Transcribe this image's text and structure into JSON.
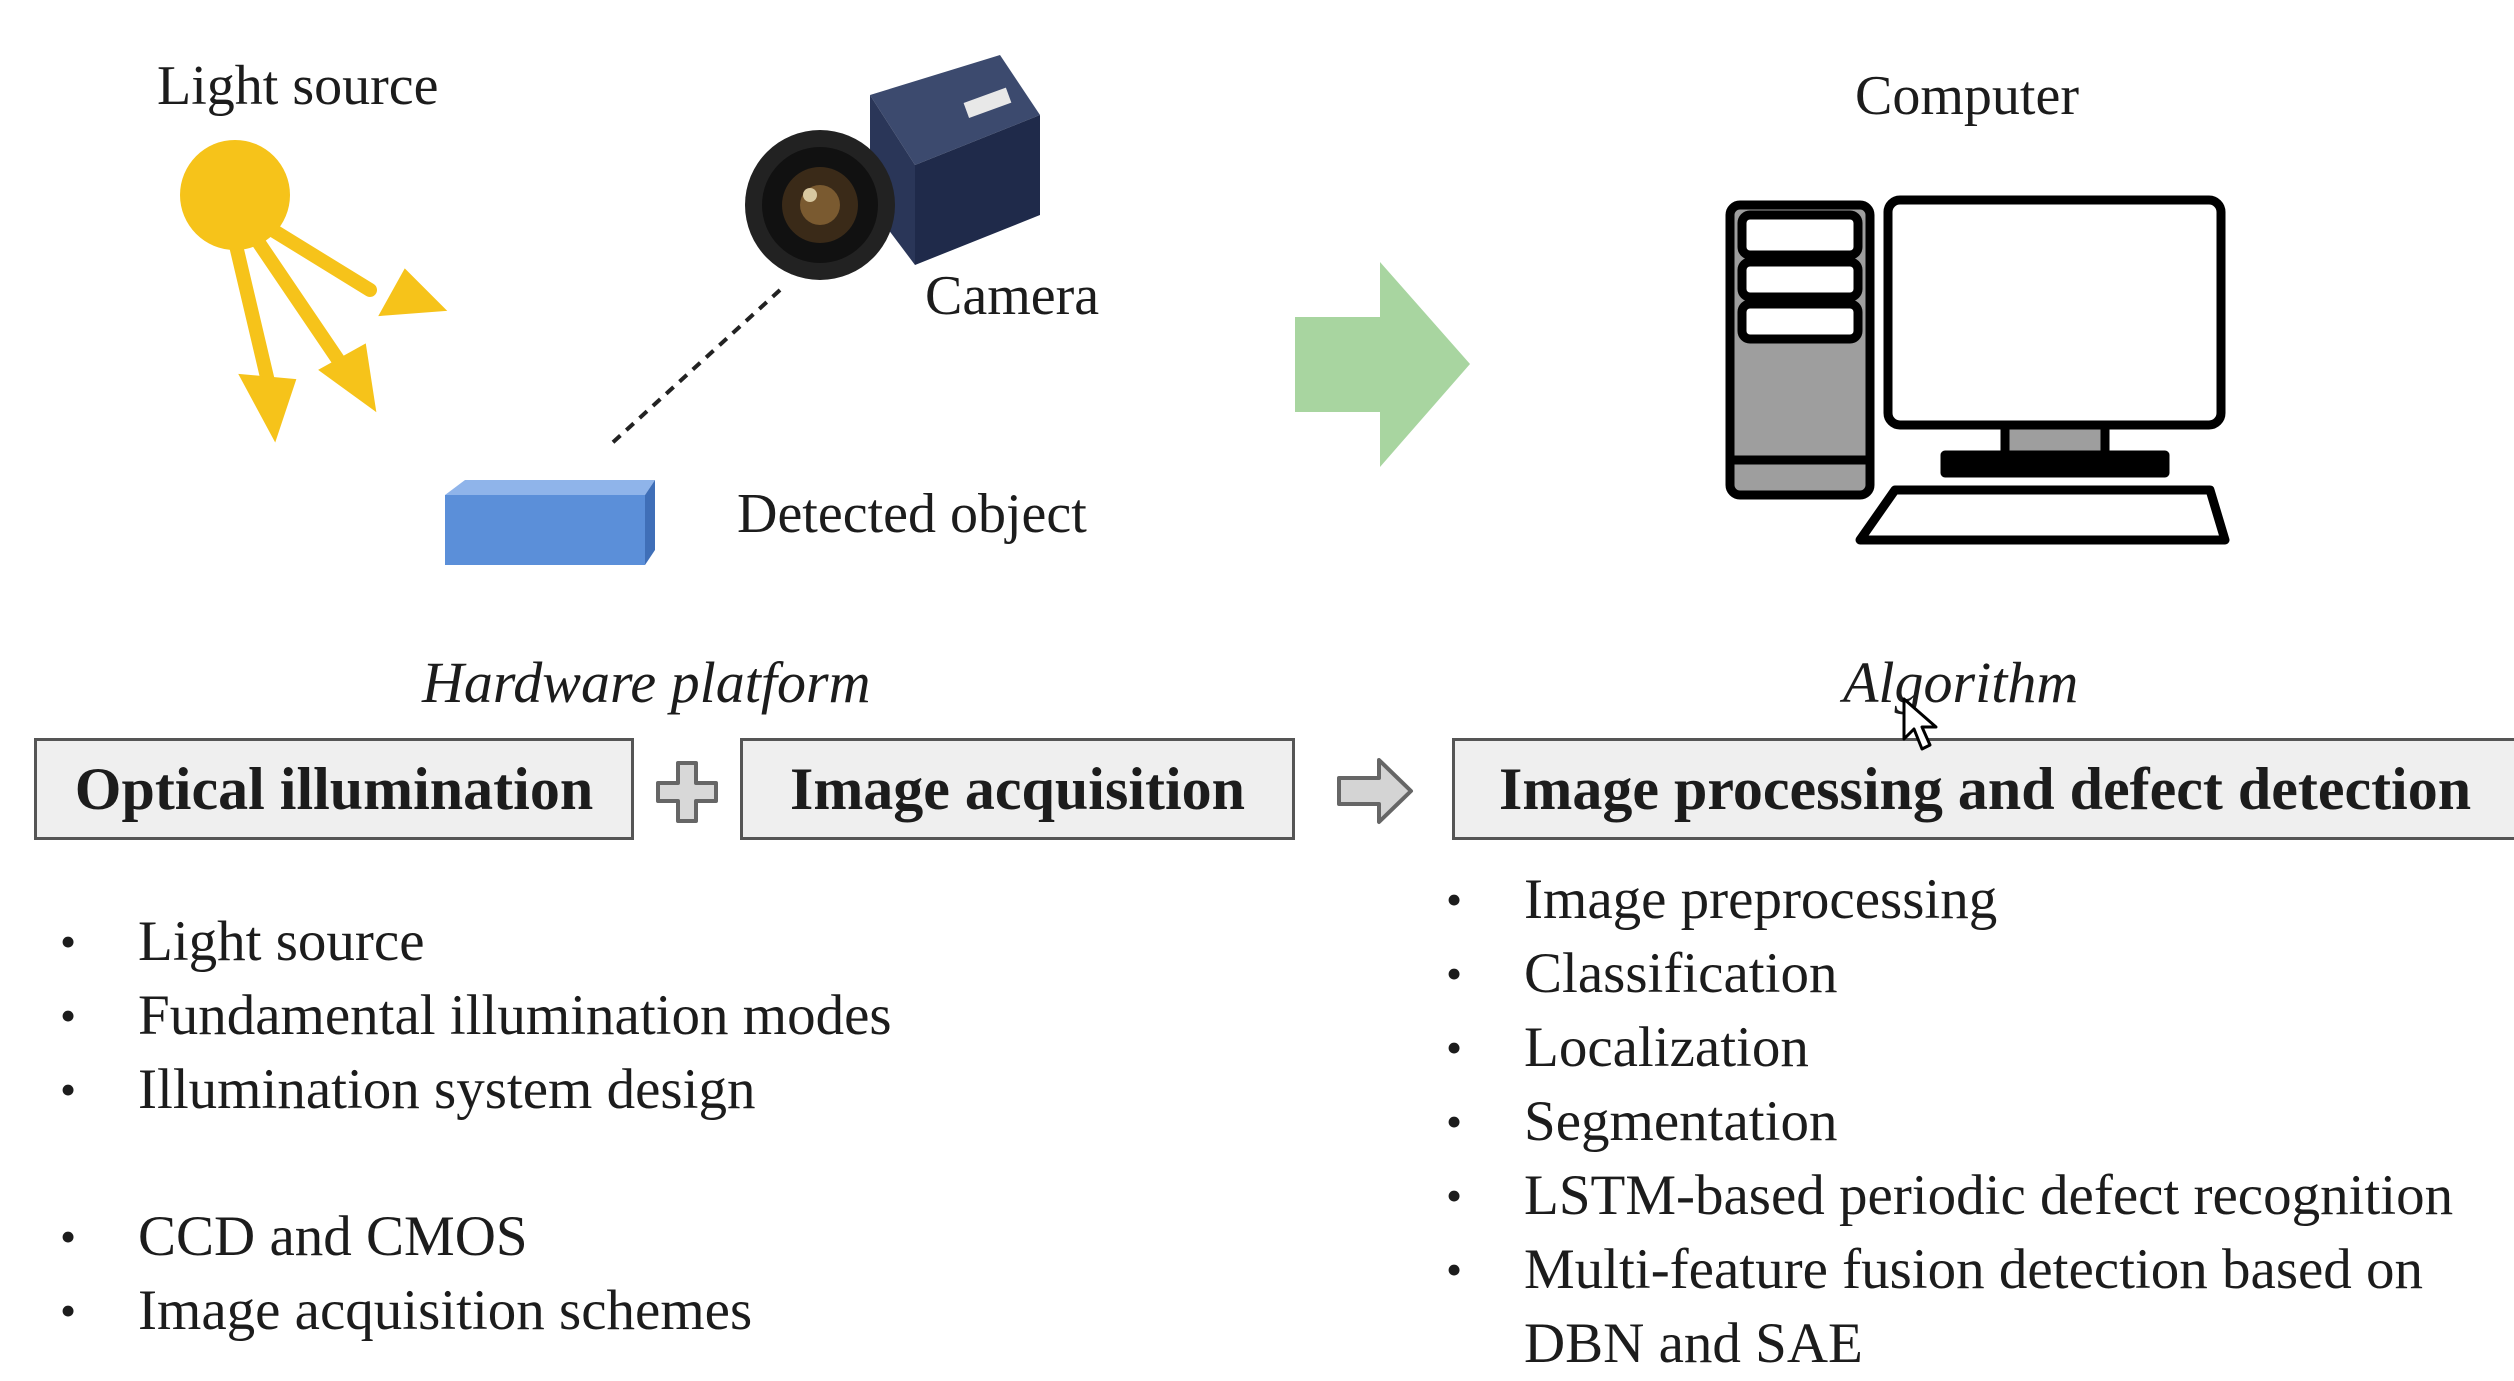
{
  "labels": {
    "light_source": "Light source",
    "camera": "Camera",
    "detected_object": "Detected object",
    "computer": "Computer"
  },
  "captions": {
    "hardware": "Hardware platform",
    "algorithm": "Algorithm"
  },
  "boxes": {
    "optical_illumination": "Optical illumination",
    "image_acquisition": "Image acquisition",
    "image_processing": "Image processing and defect detection"
  },
  "lists": {
    "illumination": [
      "Light source",
      "Fundamental illumination modes",
      "Illumination system design"
    ],
    "acquisition": [
      "CCD and CMOS",
      "Image acquisition schemes"
    ],
    "algorithm": [
      "Image preprocessing",
      "Classification",
      "Localization",
      "Segmentation",
      "LSTM-based periodic defect recognition",
      "Multi-feature fusion detection based on DBN and SAE"
    ]
  },
  "icons": [
    "sun-icon",
    "camera-icon",
    "object-block-icon",
    "big-arrow-icon",
    "computer-icon",
    "plus-icon",
    "small-arrow-icon",
    "cursor-icon"
  ],
  "colors": {
    "sun": "#f6c31a",
    "object": "#5b8fd9",
    "big_arrow": "#a8d5a0",
    "box_fill": "#efefef"
  }
}
